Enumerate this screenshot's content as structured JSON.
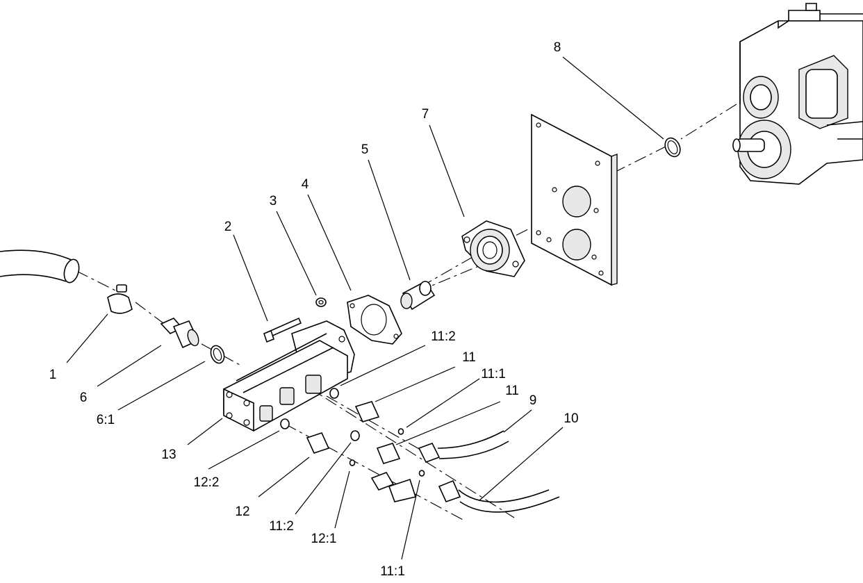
{
  "callouts": {
    "c1": "1",
    "c2": "2",
    "c3": "3",
    "c4": "4",
    "c5": "5",
    "c6": "6",
    "c6_1": "6:1",
    "c7": "7",
    "c8": "8",
    "c9": "9",
    "c10": "10",
    "c11a": "11",
    "c11b": "11",
    "c11_1a": "11:1",
    "c11_1b": "11:1",
    "c11_2a": "11:2",
    "c11_2b": "11:2",
    "c12": "12",
    "c12_1": "12:1",
    "c12_2": "12:2",
    "c13": "13"
  }
}
